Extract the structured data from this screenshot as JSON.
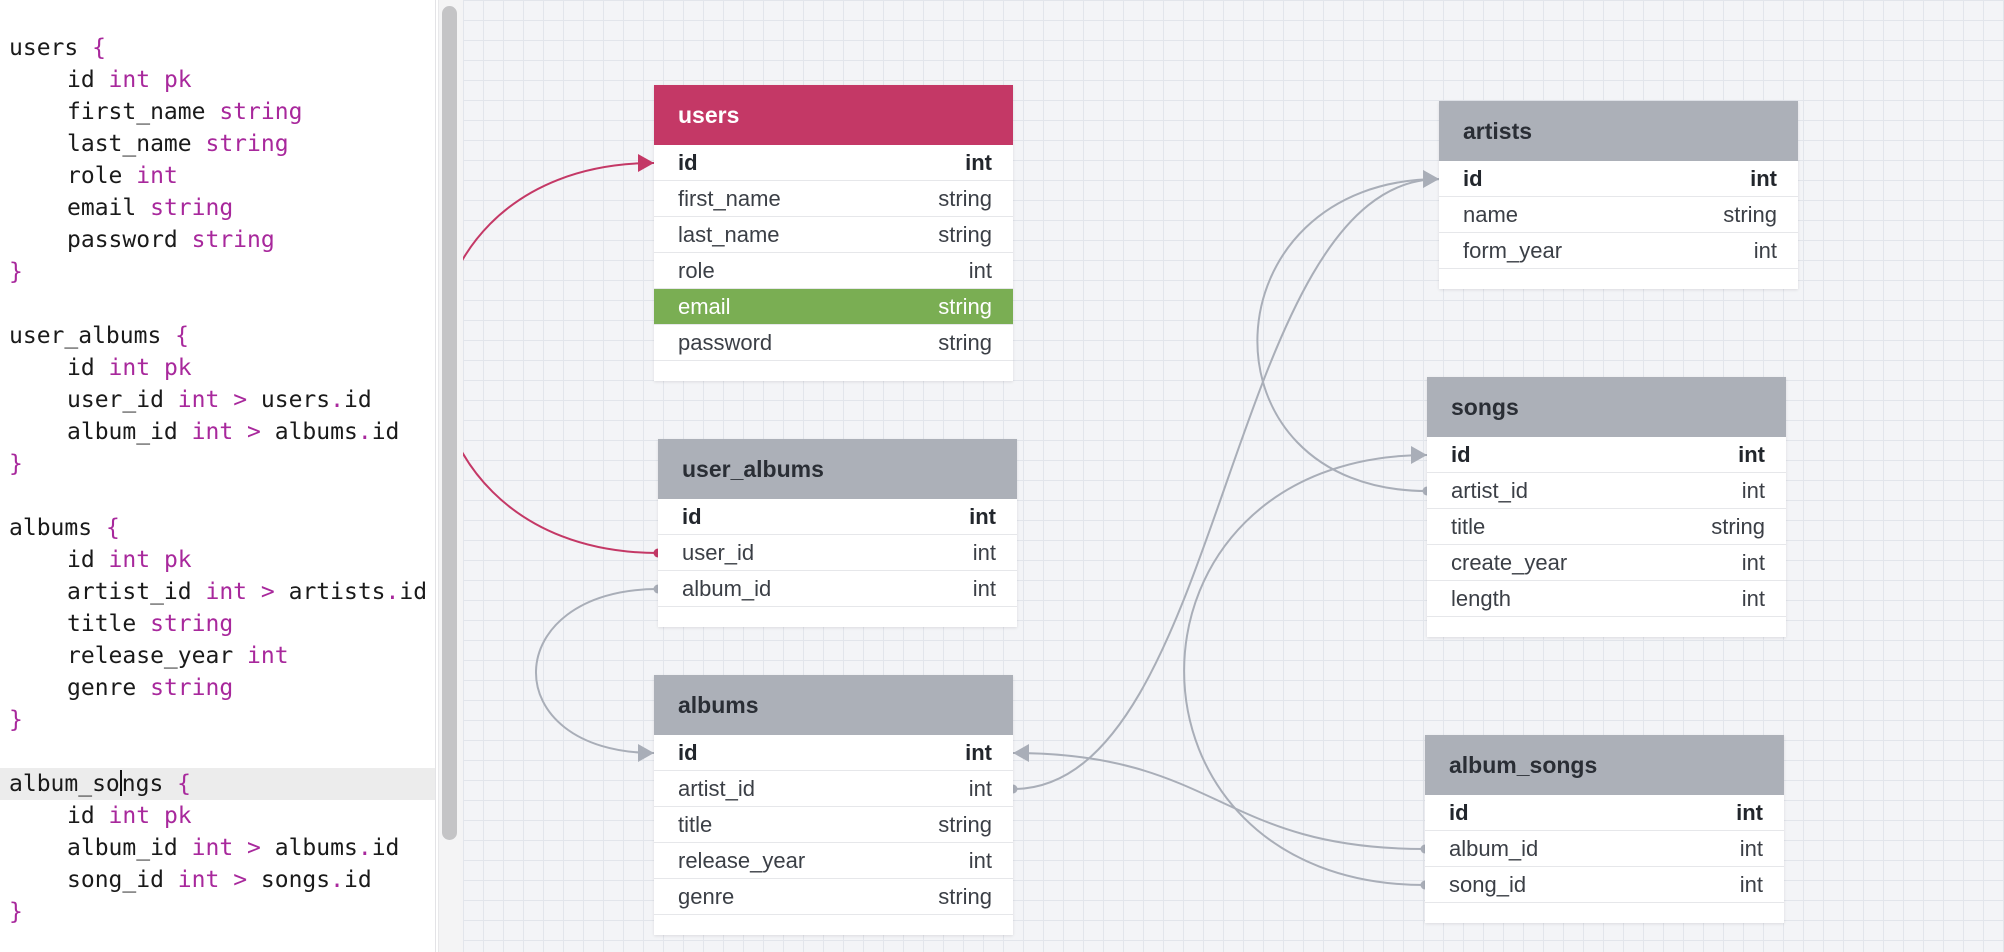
{
  "editor": {
    "lines": [
      [
        {
          "t": "users ",
          "c": ""
        },
        {
          "t": "{",
          "c": "tok-brace"
        }
      ],
      [
        {
          "t": "id ",
          "c": ""
        },
        {
          "t": "int",
          "c": "tok-type"
        },
        {
          "t": " ",
          "c": ""
        },
        {
          "t": "pk",
          "c": "tok-pk"
        }
      ],
      [
        {
          "t": "first_name ",
          "c": ""
        },
        {
          "t": "string",
          "c": "tok-type"
        }
      ],
      [
        {
          "t": "last_name ",
          "c": ""
        },
        {
          "t": "string",
          "c": "tok-type"
        }
      ],
      [
        {
          "t": "role ",
          "c": ""
        },
        {
          "t": "int",
          "c": "tok-type"
        }
      ],
      [
        {
          "t": "email ",
          "c": ""
        },
        {
          "t": "string",
          "c": "tok-type"
        }
      ],
      [
        {
          "t": "password ",
          "c": ""
        },
        {
          "t": "string",
          "c": "tok-type"
        }
      ],
      [
        {
          "t": "}",
          "c": "tok-brace"
        }
      ],
      [],
      [
        {
          "t": "user_albums ",
          "c": ""
        },
        {
          "t": "{",
          "c": "tok-brace"
        }
      ],
      [
        {
          "t": "id ",
          "c": ""
        },
        {
          "t": "int",
          "c": "tok-type"
        },
        {
          "t": " ",
          "c": ""
        },
        {
          "t": "pk",
          "c": "tok-pk"
        }
      ],
      [
        {
          "t": "user_id ",
          "c": ""
        },
        {
          "t": "int",
          "c": "tok-type"
        },
        {
          "t": " ",
          "c": ""
        },
        {
          "t": ">",
          "c": "tok-op"
        },
        {
          "t": " users",
          "c": ""
        },
        {
          "t": ".",
          "c": "tok-dot"
        },
        {
          "t": "id",
          "c": ""
        }
      ],
      [
        {
          "t": "album_id ",
          "c": ""
        },
        {
          "t": "int",
          "c": "tok-type"
        },
        {
          "t": " ",
          "c": ""
        },
        {
          "t": ">",
          "c": "tok-op"
        },
        {
          "t": " albums",
          "c": ""
        },
        {
          "t": ".",
          "c": "tok-dot"
        },
        {
          "t": "id",
          "c": ""
        }
      ],
      [
        {
          "t": "}",
          "c": "tok-brace"
        }
      ],
      [],
      [
        {
          "t": "albums ",
          "c": ""
        },
        {
          "t": "{",
          "c": "tok-brace"
        }
      ],
      [
        {
          "t": "id ",
          "c": ""
        },
        {
          "t": "int",
          "c": "tok-type"
        },
        {
          "t": " ",
          "c": ""
        },
        {
          "t": "pk",
          "c": "tok-pk"
        }
      ],
      [
        {
          "t": "artist_id ",
          "c": ""
        },
        {
          "t": "int",
          "c": "tok-type"
        },
        {
          "t": " ",
          "c": ""
        },
        {
          "t": ">",
          "c": "tok-op"
        },
        {
          "t": " artists",
          "c": ""
        },
        {
          "t": ".",
          "c": "tok-dot"
        },
        {
          "t": "id",
          "c": ""
        }
      ],
      [
        {
          "t": "title ",
          "c": ""
        },
        {
          "t": "string",
          "c": "tok-type"
        }
      ],
      [
        {
          "t": "release_year ",
          "c": ""
        },
        {
          "t": "int",
          "c": "tok-type"
        }
      ],
      [
        {
          "t": "genre ",
          "c": ""
        },
        {
          "t": "string",
          "c": "tok-type"
        }
      ],
      [
        {
          "t": "}",
          "c": "tok-brace"
        }
      ],
      [],
      [
        {
          "t": "album_so",
          "c": ""
        },
        {
          "t": "|",
          "c": "caret"
        },
        {
          "t": "ngs ",
          "c": ""
        },
        {
          "t": "{",
          "c": "tok-brace"
        }
      ],
      [
        {
          "t": "id ",
          "c": ""
        },
        {
          "t": "int",
          "c": "tok-type"
        },
        {
          "t": " ",
          "c": ""
        },
        {
          "t": "pk",
          "c": "tok-pk"
        }
      ],
      [
        {
          "t": "album_id ",
          "c": ""
        },
        {
          "t": "int",
          "c": "tok-type"
        },
        {
          "t": " ",
          "c": ""
        },
        {
          "t": ">",
          "c": "tok-op"
        },
        {
          "t": " albums",
          "c": ""
        },
        {
          "t": ".",
          "c": "tok-dot"
        },
        {
          "t": "id",
          "c": ""
        }
      ],
      [
        {
          "t": "song_id ",
          "c": ""
        },
        {
          "t": "int",
          "c": "tok-type"
        },
        {
          "t": " ",
          "c": ""
        },
        {
          "t": ">",
          "c": "tok-op"
        },
        {
          "t": " songs",
          "c": ""
        },
        {
          "t": ".",
          "c": "tok-dot"
        },
        {
          "t": "id",
          "c": ""
        }
      ],
      [
        {
          "t": "}",
          "c": "tok-brace"
        }
      ]
    ],
    "indented_lines": [
      1,
      2,
      3,
      4,
      5,
      6,
      10,
      11,
      12,
      16,
      17,
      18,
      19,
      20,
      24,
      25,
      26
    ],
    "current_line": 23
  },
  "diagram": {
    "colors": {
      "accent_header": "#c43866",
      "header": "#acb0b8",
      "highlight_row": "#7aae53",
      "relation_accent": "#c43866",
      "relation": "#a9aeb8"
    },
    "tables": [
      {
        "name": "users",
        "accent": true,
        "columns": [
          {
            "name": "id",
            "type": "int",
            "pk": true
          },
          {
            "name": "first_name",
            "type": "string"
          },
          {
            "name": "last_name",
            "type": "string"
          },
          {
            "name": "role",
            "type": "int"
          },
          {
            "name": "email",
            "type": "string",
            "highlight": true
          },
          {
            "name": "password",
            "type": "string"
          }
        ]
      },
      {
        "name": "user_albums",
        "columns": [
          {
            "name": "id",
            "type": "int",
            "pk": true
          },
          {
            "name": "user_id",
            "type": "int"
          },
          {
            "name": "album_id",
            "type": "int"
          }
        ]
      },
      {
        "name": "albums",
        "columns": [
          {
            "name": "id",
            "type": "int",
            "pk": true
          },
          {
            "name": "artist_id",
            "type": "int"
          },
          {
            "name": "title",
            "type": "string"
          },
          {
            "name": "release_year",
            "type": "int"
          },
          {
            "name": "genre",
            "type": "string"
          }
        ]
      },
      {
        "name": "artists",
        "columns": [
          {
            "name": "id",
            "type": "int",
            "pk": true
          },
          {
            "name": "name",
            "type": "string"
          },
          {
            "name": "form_year",
            "type": "int"
          }
        ]
      },
      {
        "name": "songs",
        "columns": [
          {
            "name": "id",
            "type": "int",
            "pk": true
          },
          {
            "name": "artist_id",
            "type": "int"
          },
          {
            "name": "title",
            "type": "string"
          },
          {
            "name": "create_year",
            "type": "int"
          },
          {
            "name": "length",
            "type": "int"
          }
        ]
      },
      {
        "name": "album_songs",
        "columns": [
          {
            "name": "id",
            "type": "int",
            "pk": true
          },
          {
            "name": "album_id",
            "type": "int"
          },
          {
            "name": "song_id",
            "type": "int"
          }
        ]
      }
    ],
    "relations": [
      {
        "from": "user_albums.user_id",
        "to": "users.id",
        "accent": true
      },
      {
        "from": "user_albums.album_id",
        "to": "albums.id"
      },
      {
        "from": "albums.artist_id",
        "to": "artists.id"
      },
      {
        "from": "songs.artist_id",
        "to": "artists.id"
      },
      {
        "from": "album_songs.album_id",
        "to": "albums.id"
      },
      {
        "from": "album_songs.song_id",
        "to": "songs.id"
      }
    ]
  }
}
